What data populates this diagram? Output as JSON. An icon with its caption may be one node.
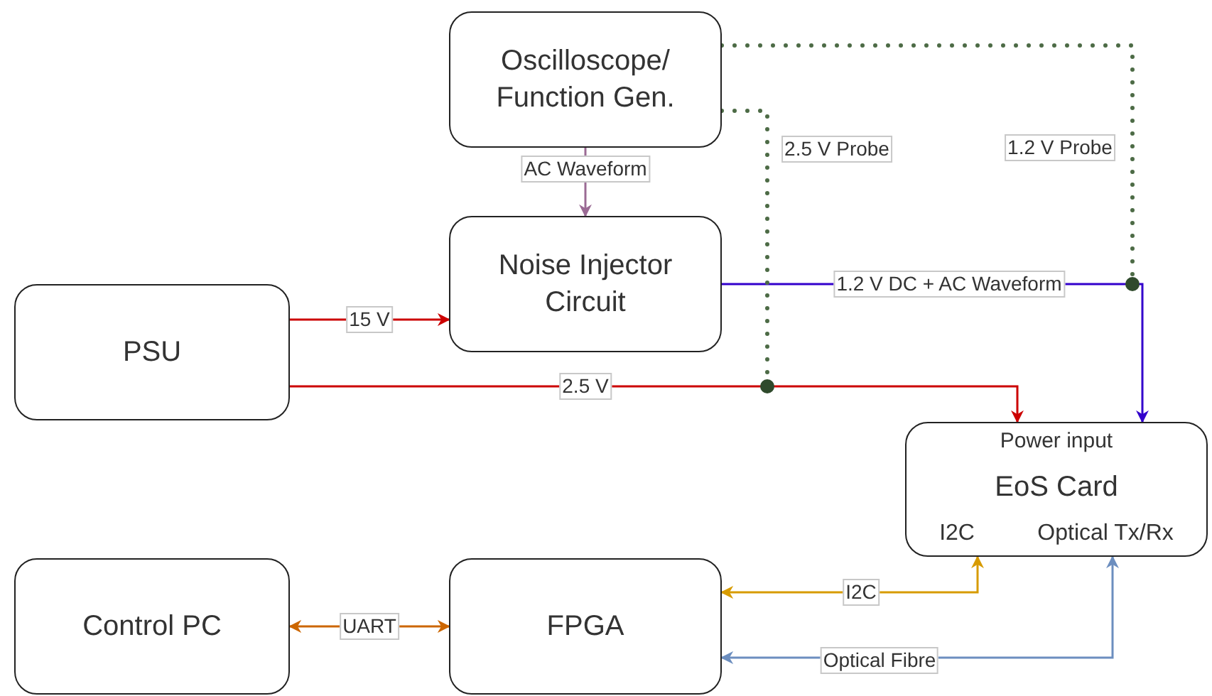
{
  "diagram": {
    "nodes": [
      {
        "text": [
          "Oscilloscope/ Function Gen."
        ]
      },
      {
        "text": [
          "Noise Injector Circuit"
        ]
      },
      {
        "text": [
          "PSU"
        ]
      },
      {
        "text": [
          "Power input",
          "EoS Card",
          "I2C",
          "Optical Tx/Rx"
        ]
      },
      {
        "text": [
          "Control PC"
        ]
      },
      {
        "text": [
          "FPGA"
        ]
      },
      {
        "text": [],
        "shape": "circle"
      },
      {
        "text": [],
        "shape": "circle"
      }
    ],
    "edges": [
      {
        "from": 0,
        "to": 1,
        "arrow": "to",
        "label": "AC Waveform",
        "color": "#9a6a94"
      },
      {
        "from": 2,
        "to": 1,
        "arrow": "to",
        "label": "15 V",
        "color": "#cc0000"
      },
      {
        "from": 2,
        "to": 3,
        "arrow": "to",
        "label": "2.5 V",
        "color": "#cc0000"
      },
      {
        "from": 1,
        "to": 3,
        "arrow": "to",
        "label": "1.2 V DC + AC Waveform",
        "color": "#3300cc"
      },
      {
        "from": 0,
        "to": 6,
        "arrow": "none",
        "label": "2.5 V Probe",
        "style": "dashed",
        "color": "#4d6b46"
      },
      {
        "from": 0,
        "to": 7,
        "arrow": "none",
        "label": "1.2 V Probe",
        "style": "dashed",
        "color": "#4d6b46"
      },
      {
        "from": 4,
        "to": 5,
        "arrow": "both",
        "label": "UART",
        "color": "#cc6600"
      },
      {
        "from": 5,
        "to": 3,
        "arrow": "both",
        "label": "I2C",
        "color": "#d79b00"
      },
      {
        "from": 5,
        "to": 3,
        "arrow": "both",
        "label": "Optical Fibre",
        "color": "#6c8ebf"
      }
    ]
  }
}
